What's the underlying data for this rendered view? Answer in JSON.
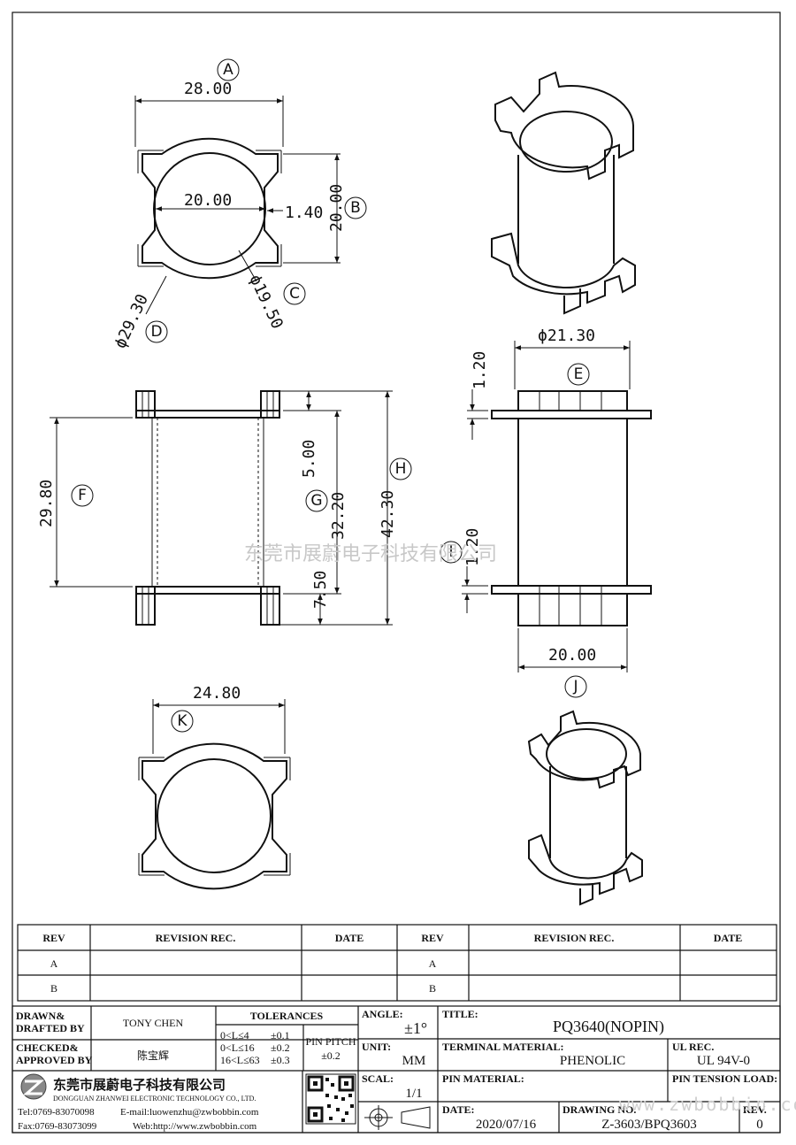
{
  "dimensions": {
    "A": "28.00",
    "A_inner": "20.00",
    "B": "20.00",
    "wall": "1.40",
    "C": "ϕ19.50",
    "D": "ϕ29.30",
    "E": "ϕ21.30",
    "E_top": "1.20",
    "I": "1.20",
    "F": "29.80",
    "G_top": "5.00",
    "G": "32.20",
    "G_bot": "7.50",
    "H": "42.30",
    "J": "20.00",
    "K": "24.80"
  },
  "callouts": [
    "A",
    "B",
    "C",
    "D",
    "E",
    "F",
    "G",
    "H",
    "I",
    "J",
    "K"
  ],
  "watermark": "东莞市展蔚电子科技有限公司",
  "watermark_url": "www.zwbobbin.com",
  "revision_table": {
    "headers": [
      "REV",
      "REVISION REC.",
      "DATE",
      "REV",
      "REVISION REC.",
      "DATE"
    ],
    "rows": [
      [
        "A",
        "",
        "",
        "A",
        "",
        ""
      ],
      [
        "B",
        "",
        "",
        "B",
        "",
        ""
      ]
    ]
  },
  "title_block": {
    "drawn_label_1": "DRAWN&",
    "drawn_label_2": "DRAFTED BY",
    "drawn_by": "TONY CHEN",
    "checked_label_1": "CHECKED&",
    "checked_label_2": "APPROVED BY",
    "approved_by": "陈宝辉",
    "tolerances_label": "TOLERANCES",
    "tol_1": "0<L≤4",
    "tol_1v": "±0.1",
    "tol_2": "0<L≤16",
    "tol_2v": "±0.2",
    "tol_3": "16<L≤63",
    "tol_3v": "±0.3",
    "pin_pitch_label_1": "PIN PITCH",
    "pin_pitch_value": "±0.2",
    "angle_label": "ANGLE:",
    "angle_value": "±1°",
    "unit_label": "UNIT:",
    "unit_value": "MM",
    "scale_label": "SCAL:",
    "scale_value": "1/1",
    "title_label": "TITLE:",
    "title_value": "PQ3640(NOPIN)",
    "terminal_label": "TERMINAL MATERIAL:",
    "terminal_value": "PHENOLIC",
    "ul_label": "UL REC.",
    "ul_value": "UL 94V-0",
    "pin_material_label": "PIN MATERIAL:",
    "pin_material_value": "",
    "pin_tension_label": "PIN TENSION LOAD:",
    "date_label": "DATE:",
    "date_value": "2020/07/16",
    "drawing_no_label": "DRAWING NO.",
    "drawing_no_value": "Z-3603/BPQ3603",
    "rev_label": "REV.",
    "rev_value": "0",
    "company_cn": "东莞市展蔚电子科技有限公司",
    "company_en": "DONGGUAN ZHANWEI ELECTRONIC TECHNOLOGY CO., LTD.",
    "tel": "Tel:0769-83070098",
    "email": "E-mail:luowenzhu@zwbobbin.com",
    "fax": "Fax:0769-83073099",
    "web": "Web:http://www.zwbobbin.com"
  }
}
